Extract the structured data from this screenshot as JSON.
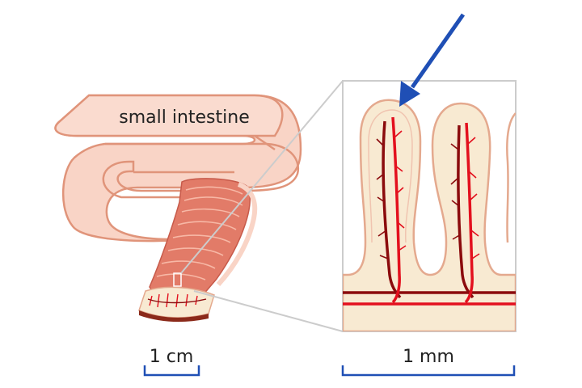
{
  "labels": {
    "organ": "small intestine",
    "scale_left": "1 cm",
    "scale_right": "1 mm"
  },
  "colors": {
    "tissue_fill": "#f9d4c6",
    "tissue_outline": "#e0947a",
    "muscle": "#e27b68",
    "muscle_dark": "#c75a4a",
    "villus_fill": "#f8ead2",
    "villus_outline": "#e4a98e",
    "artery": "#e3101e",
    "vein": "#8b0b0d",
    "arrow": "#1f4fb5",
    "scale_bar": "#1f4fb5",
    "zoom_box": "#cccccc"
  }
}
